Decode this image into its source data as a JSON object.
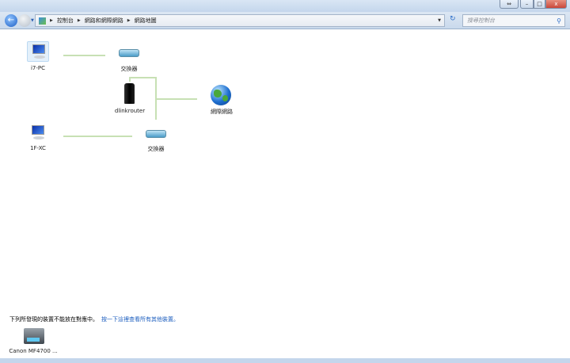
{
  "window": {
    "minimize": "–",
    "maximize": "□",
    "close": "x",
    "extra": "⇔"
  },
  "address": {
    "crumbs": [
      "控制台",
      "網路和網際網路",
      "網路地圖"
    ]
  },
  "search": {
    "placeholder": "搜尋控制台"
  },
  "map": {
    "nodes": {
      "pc1": "i7-PC",
      "switch1": "交換器",
      "router": "dlinkrouter",
      "internet": "網際網路",
      "pc2": "1F-XC",
      "switch2": "交換器"
    }
  },
  "footer": {
    "message": "下列所發現的裝置不能放在對應中。",
    "link": "按一下這裡查看所有其他裝置。",
    "device": "Canon MF4700 ..."
  },
  "colors": {
    "link": "#1e5fbf",
    "line": "#c7e0b4",
    "close": "#c9473a"
  }
}
